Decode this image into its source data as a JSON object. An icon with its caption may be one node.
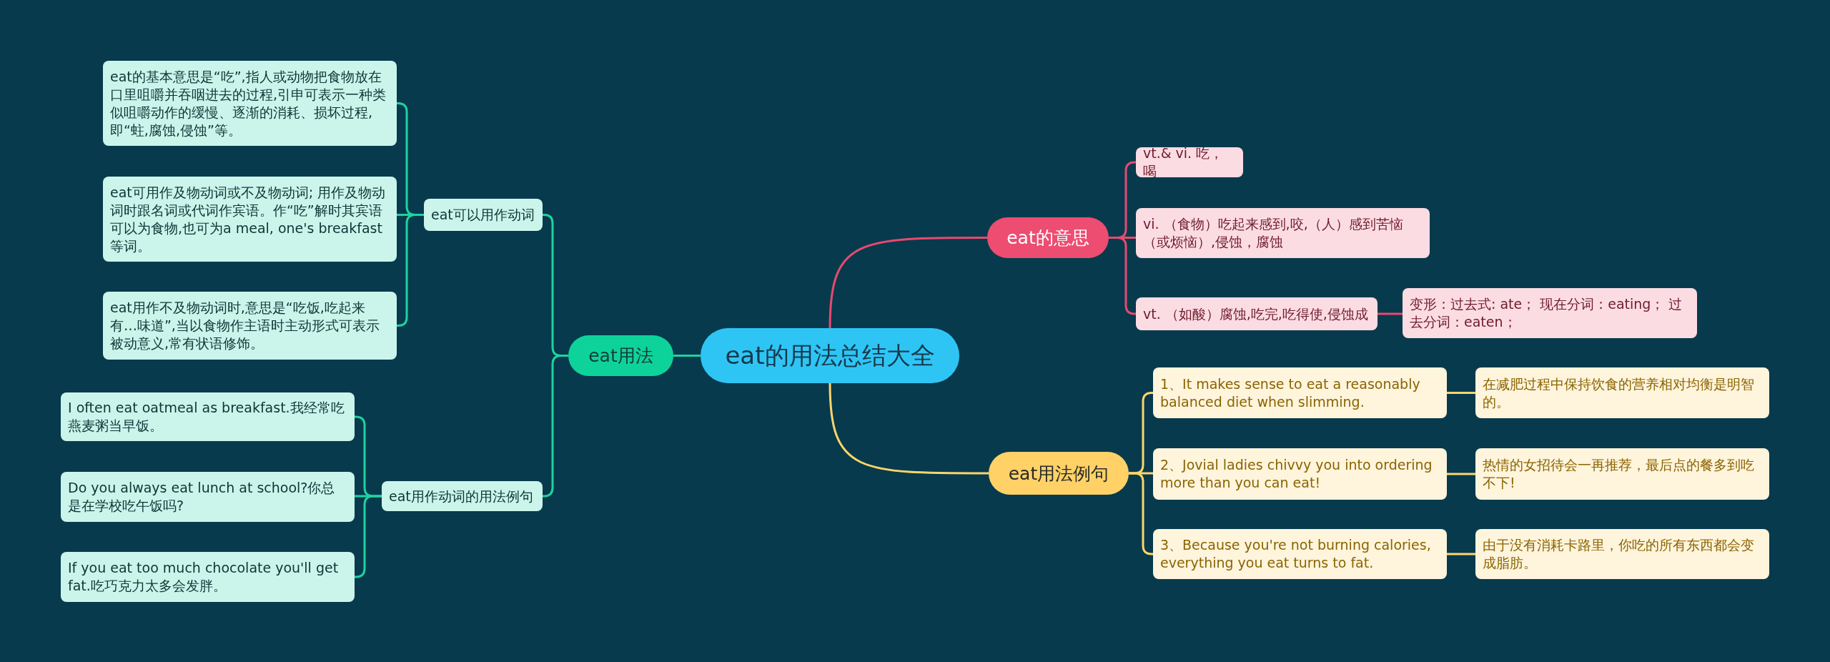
{
  "diagram": {
    "nodes": [
      {
        "text": [
          "eat的用法总结大全"
        ]
      },
      {
        "text": [
          "eat的意思"
        ]
      },
      {
        "text": [
          "vt.& vi. 吃，喝"
        ]
      },
      {
        "text": [
          "vi. （食物）吃起来感到,咬,（人）感到苦恼（或烦恼）,侵蚀，腐蚀"
        ]
      },
      {
        "text": [
          "vt. （如酸）腐蚀,吃完,吃得使,侵蚀成"
        ]
      },
      {
        "text": [
          "变形：过去式: ate； 现在分词：eating； 过去分词：eaten；"
        ]
      },
      {
        "text": [
          "eat用法例句"
        ]
      },
      {
        "text": [
          "1、It makes sense to eat a reasonably balanced diet when slimming."
        ]
      },
      {
        "text": [
          "在减肥过程中保持饮食的营养相对均衡是明智的。"
        ]
      },
      {
        "text": [
          "2、Jovial ladies chivvy you into ordering more than you can eat!"
        ]
      },
      {
        "text": [
          "热情的女招待会一再推荐，最后点的餐多到吃不下!"
        ]
      },
      {
        "text": [
          "3、Because you're not burning calories, everything you eat turns to fat."
        ]
      },
      {
        "text": [
          "由于没有消耗卡路里，你吃的所有东西都会变成脂肪。"
        ]
      },
      {
        "text": [
          "eat用法"
        ]
      },
      {
        "text": [
          "eat可以用作动词"
        ]
      },
      {
        "text": [
          "eat的基本意思是“吃”,指人或动物把食物放在口里咀嚼并吞咽进去的过程,引申可表示一种类似咀嚼动作的缓慢、逐渐的消耗、损坏过程,即“蛀,腐蚀,侵蚀”等。"
        ]
      },
      {
        "text": [
          "eat可用作及物动词或不及物动词; 用作及物动词时跟名词或代词作宾语。作“吃”解时其宾语可以为食物,也可为a meal, one's breakfast等词。"
        ]
      },
      {
        "text": [
          "eat用作不及物动词时,意思是“吃饭,吃起来有…味道”,当以食物作主语时主动形式可表示被动意义,常有状语修饰。"
        ]
      },
      {
        "text": [
          "eat用作动词的用法例句"
        ]
      },
      {
        "text": [
          "I often eat oatmeal as breakfast.我经常吃燕麦粥当早饭。"
        ]
      },
      {
        "text": [
          "Do you always eat lunch at school?你总是在学校吃午饭吗?"
        ]
      },
      {
        "text": [
          "If you eat too much chocolate you'll get fat.吃巧克力太多会发胖。"
        ]
      }
    ],
    "edges": [
      {
        "from": 0,
        "to": 1,
        "arrow": "none",
        "color": "#e8496f"
      },
      {
        "from": 1,
        "to": 2,
        "arrow": "none",
        "color": "#e8496f"
      },
      {
        "from": 1,
        "to": 3,
        "arrow": "none",
        "color": "#e8496f"
      },
      {
        "from": 1,
        "to": 4,
        "arrow": "none",
        "color": "#e8496f"
      },
      {
        "from": 4,
        "to": 5,
        "arrow": "none",
        "color": "#e8496f"
      },
      {
        "from": 0,
        "to": 6,
        "arrow": "none",
        "color": "#ffd56b"
      },
      {
        "from": 6,
        "to": 7,
        "arrow": "none",
        "color": "#ffd56b"
      },
      {
        "from": 7,
        "to": 8,
        "arrow": "none",
        "color": "#ffd56b"
      },
      {
        "from": 6,
        "to": 9,
        "arrow": "none",
        "color": "#ffd56b"
      },
      {
        "from": 9,
        "to": 10,
        "arrow": "none",
        "color": "#ffd56b"
      },
      {
        "from": 6,
        "to": 11,
        "arrow": "none",
        "color": "#ffd56b"
      },
      {
        "from": 11,
        "to": 12,
        "arrow": "none",
        "color": "#ffd56b"
      },
      {
        "from": 0,
        "to": 13,
        "arrow": "none"
      },
      {
        "from": 13,
        "to": 14,
        "arrow": "none"
      },
      {
        "from": 14,
        "to": 15,
        "arrow": "none"
      },
      {
        "from": 14,
        "to": 16,
        "arrow": "none"
      },
      {
        "from": 14,
        "to": 17,
        "arrow": "none"
      },
      {
        "from": 13,
        "to": 18,
        "arrow": "none"
      },
      {
        "from": 18,
        "to": 19,
        "arrow": "none"
      },
      {
        "from": 18,
        "to": 20,
        "arrow": "none"
      },
      {
        "from": 18,
        "to": 21,
        "arrow": "none"
      }
    ]
  }
}
